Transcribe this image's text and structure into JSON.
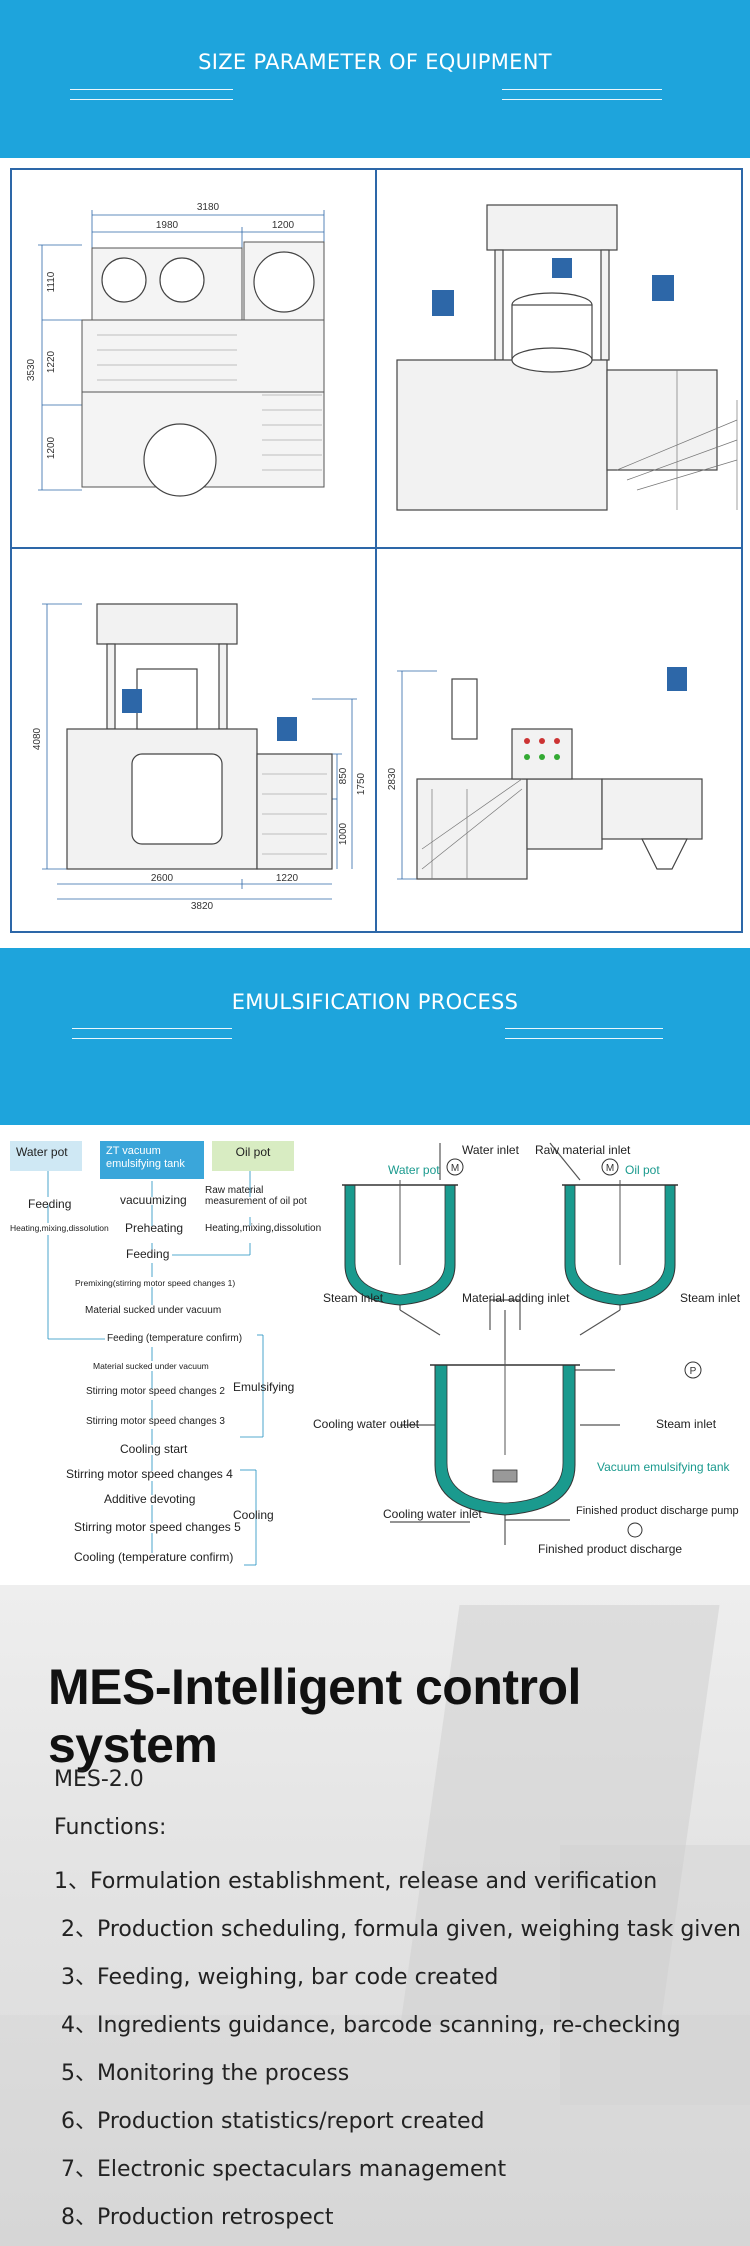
{
  "banner1": {
    "title": "SIZE PARAMETER OF EQUIPMENT"
  },
  "drawings": {
    "top_view": {
      "dims": {
        "total_width": "3180",
        "left_width": "1980",
        "right_width": "1200",
        "total_height": "3530",
        "d1": "1110",
        "d2": "1220",
        "d3": "1200"
      }
    },
    "front_view": {
      "dims": {
        "height": "4080",
        "h2": "1750",
        "h3": "850",
        "h4": "1000",
        "w1": "2600",
        "w2": "1220",
        "total_width": "3820"
      }
    },
    "side_view": {
      "dims": {
        "height": "2830"
      }
    }
  },
  "banner2": {
    "title": "EMULSIFICATION PROCESS"
  },
  "process": {
    "headers": {
      "water": "Water pot",
      "tank": "ZT vacuum emulsifying tank",
      "oil": "Oil pot"
    },
    "steps": {
      "feeding_left": "Feeding",
      "heating_left": "Heating,mixing,dissolution",
      "vacuumizing": "vacuumizing",
      "raw_material": "Raw material measurement of oil pot",
      "preheating": "Preheating",
      "heating_right": "Heating,mixing,dissolution",
      "feeding_mid": "Feeding",
      "premixing": "Premixing(stirring motor speed changes 1)",
      "sucked1": "Material sucked under vacuum",
      "feeding_temp": "Feeding (temperature confirm)",
      "sucked2": "Material sucked under vacuum",
      "stirring2": "Stirring motor speed changes 2",
      "emulsifying": "Emulsifying",
      "stirring3": "Stirring motor speed changes 3",
      "cooling_start": "Cooling start",
      "stirring4": "Stirring motor speed changes 4",
      "additive": "Additive devoting",
      "cooling": "Cooling",
      "stirring5": "Stirring motor speed changes 5",
      "cooling_confirm": "Cooling (temperature confirm)"
    },
    "diagram": {
      "water_inlet": "Water inlet",
      "raw_material_inlet": "Raw material inlet",
      "water_pot": "Water pot",
      "oil_pot": "Oil pot",
      "motor": "M",
      "steam_inlet_left": "Steam inlet",
      "material_adding_inlet": "Material adding inlet",
      "steam_inlet_right": "Steam inlet",
      "pump": "P",
      "cooling_water_outlet": "Cooling water outlet",
      "steam_inlet_tank": "Steam inlet",
      "vacuum_tank": "Vacuum emulsifying tank",
      "cooling_water_inlet": "Cooling water inlet",
      "discharge_pump": "Finished product discharge pump",
      "discharge": "Finished product discharge"
    }
  },
  "mes": {
    "title": "MES-Intelligent control system",
    "version": "MES-2.0",
    "functions_label": "Functions:",
    "items": [
      "1、Formulation establishment, release and verification",
      " 2、Production scheduling, formula given, weighing task given",
      " 3、Feeding, weighing, bar code created",
      " 4、Ingredients guidance, barcode scanning, re-checking",
      " 5、Monitoring the process",
      " 6、Production statistics/report created",
      " 7、Electronic spectaculars management",
      " 8、Production retrospect"
    ]
  },
  "colors": {
    "banner_blue": "#1ea4dc",
    "drawing_blue": "#2d67a8",
    "teal": "#1a9a8e",
    "water_box": "#cfe8f4",
    "tank_box": "#3aa6da",
    "oil_box": "#d8ecc2"
  }
}
